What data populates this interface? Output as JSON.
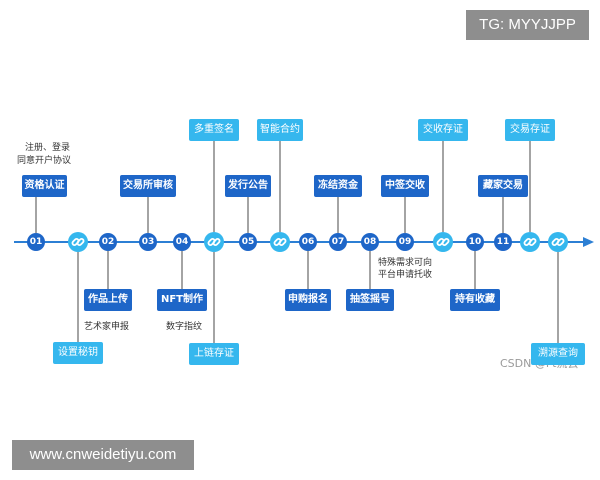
{
  "watermark_tg": "TG: MYYJJPP",
  "watermark_url": "www.cnweidetiyu.com",
  "csdn_mark": "CSDN @Ft流云",
  "steps": {
    "s01": "01",
    "s02": "02",
    "s03": "03",
    "s04": "04",
    "s05": "05",
    "s06": "06",
    "s07": "07",
    "s08": "08",
    "s09": "09",
    "s10": "10",
    "s11": "11"
  },
  "boxes": {
    "qualification": "资格认证",
    "set_key": "设置秘钥",
    "artwork_upload": "作品上传",
    "exchange_review": "交易所审核",
    "nft_mint": "NFT制作",
    "multi_sign": "多重签名",
    "chain_evidence": "上链存证",
    "issue_notice": "发行公告",
    "smart_contract": "智能合约",
    "subscribe": "申购报名",
    "freeze_funds": "冻结资金",
    "lottery": "抽签摇号",
    "win_delivery": "中签交收",
    "delivery_evidence": "交收存证",
    "hold_collect": "持有收藏",
    "private_trade": "藏家交易",
    "trade_evidence": "交易存证",
    "trace_query": "溯源查询"
  },
  "notes": {
    "register": "注册、登录",
    "agree_account": "同意开户协议",
    "artist_apply": "艺术家申报",
    "digital_fingerprint": "数字指纹",
    "special_demand": "特殊需求可向",
    "platform_custody": "平台申请托收"
  },
  "colors": {
    "dark_box": "#1e66c8",
    "light_box": "#35b7ee",
    "timeline": "#2c7fd4",
    "connector": "#4a4a4a"
  }
}
